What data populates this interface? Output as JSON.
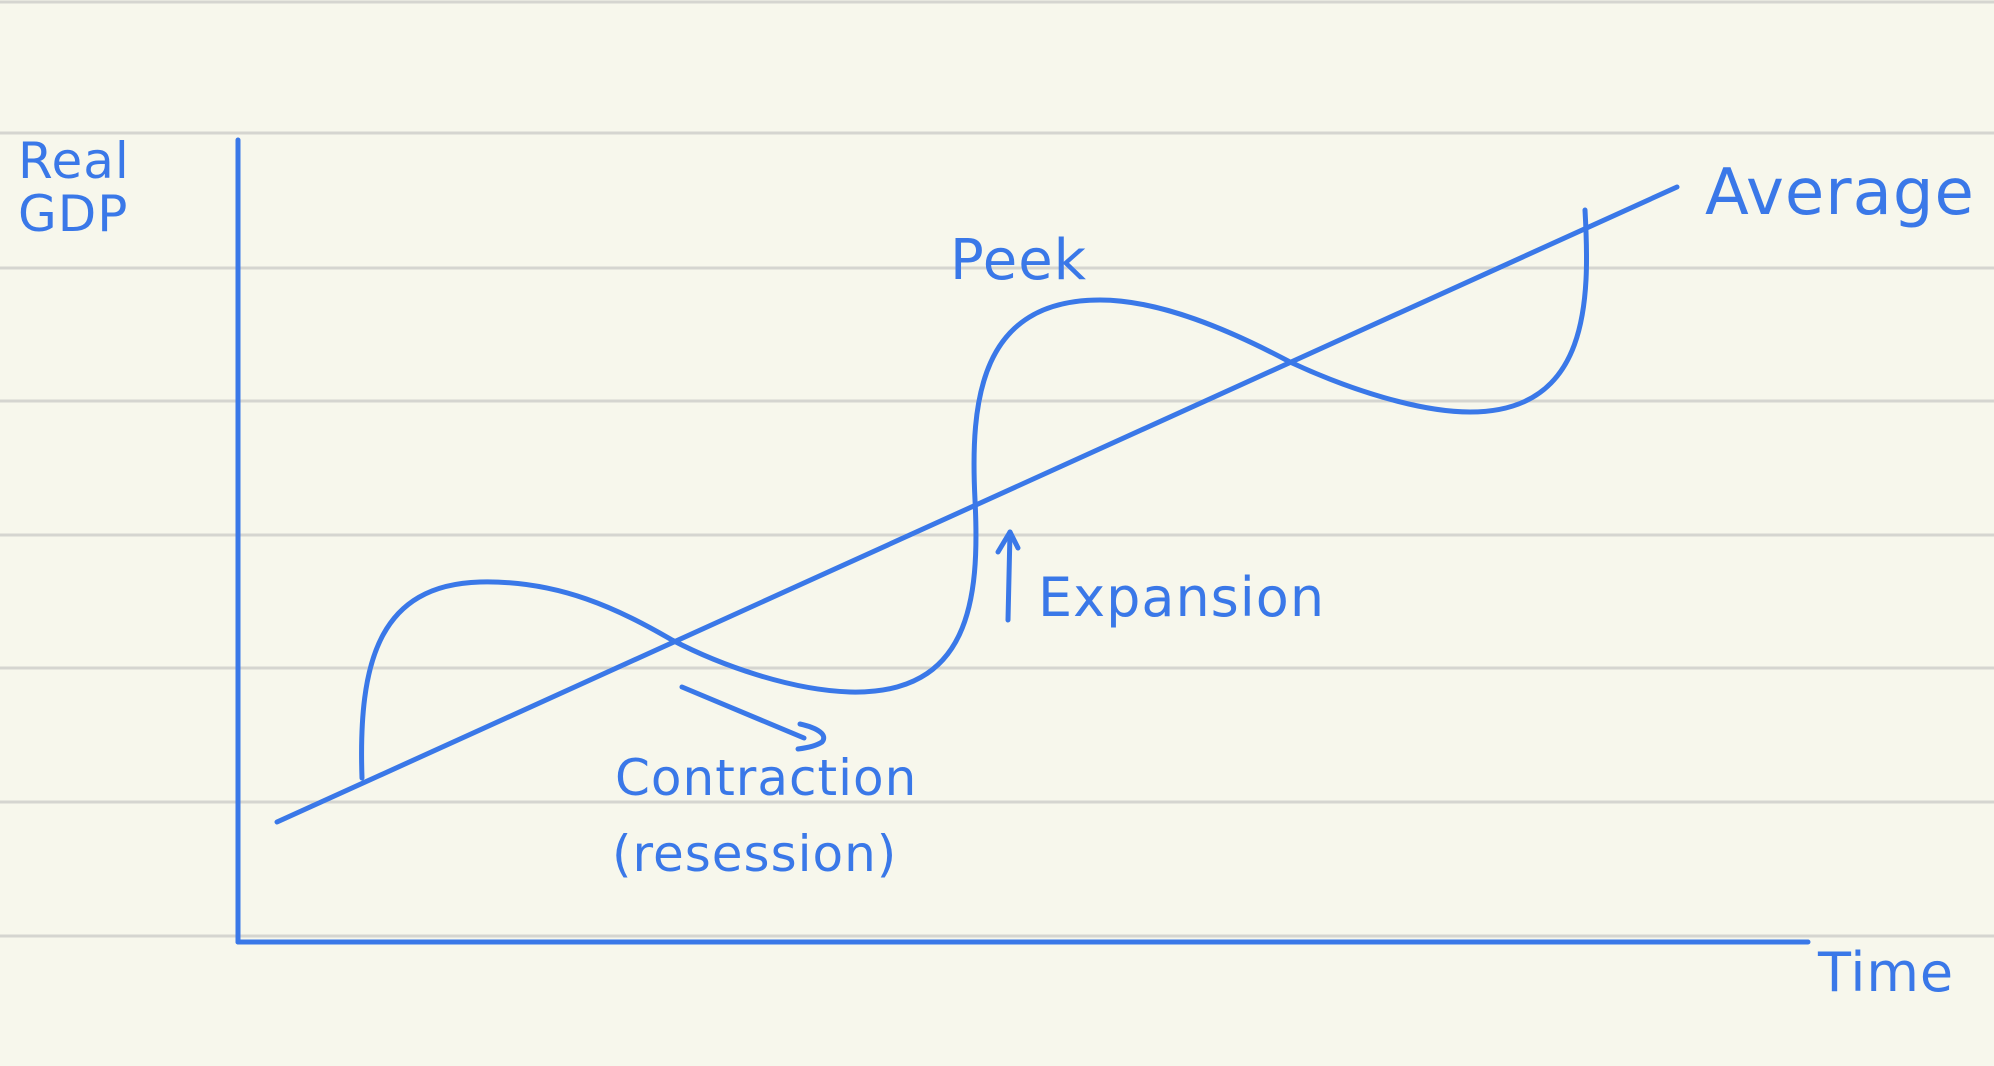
{
  "page": {
    "background": "#f7f7ec",
    "ruled_line_color": "#d5d5d0",
    "ink_color": "#3a78e8"
  },
  "axes": {
    "y_label": "Real GDP",
    "x_label": "Time"
  },
  "labels": {
    "average": "Average",
    "peak": "Peek",
    "expansion": "Expansion",
    "contraction": "Contraction",
    "recession": "(resession)"
  },
  "arrows": {
    "expansion": "up-arrow-icon",
    "contraction": "down-right-arrow-icon"
  }
}
